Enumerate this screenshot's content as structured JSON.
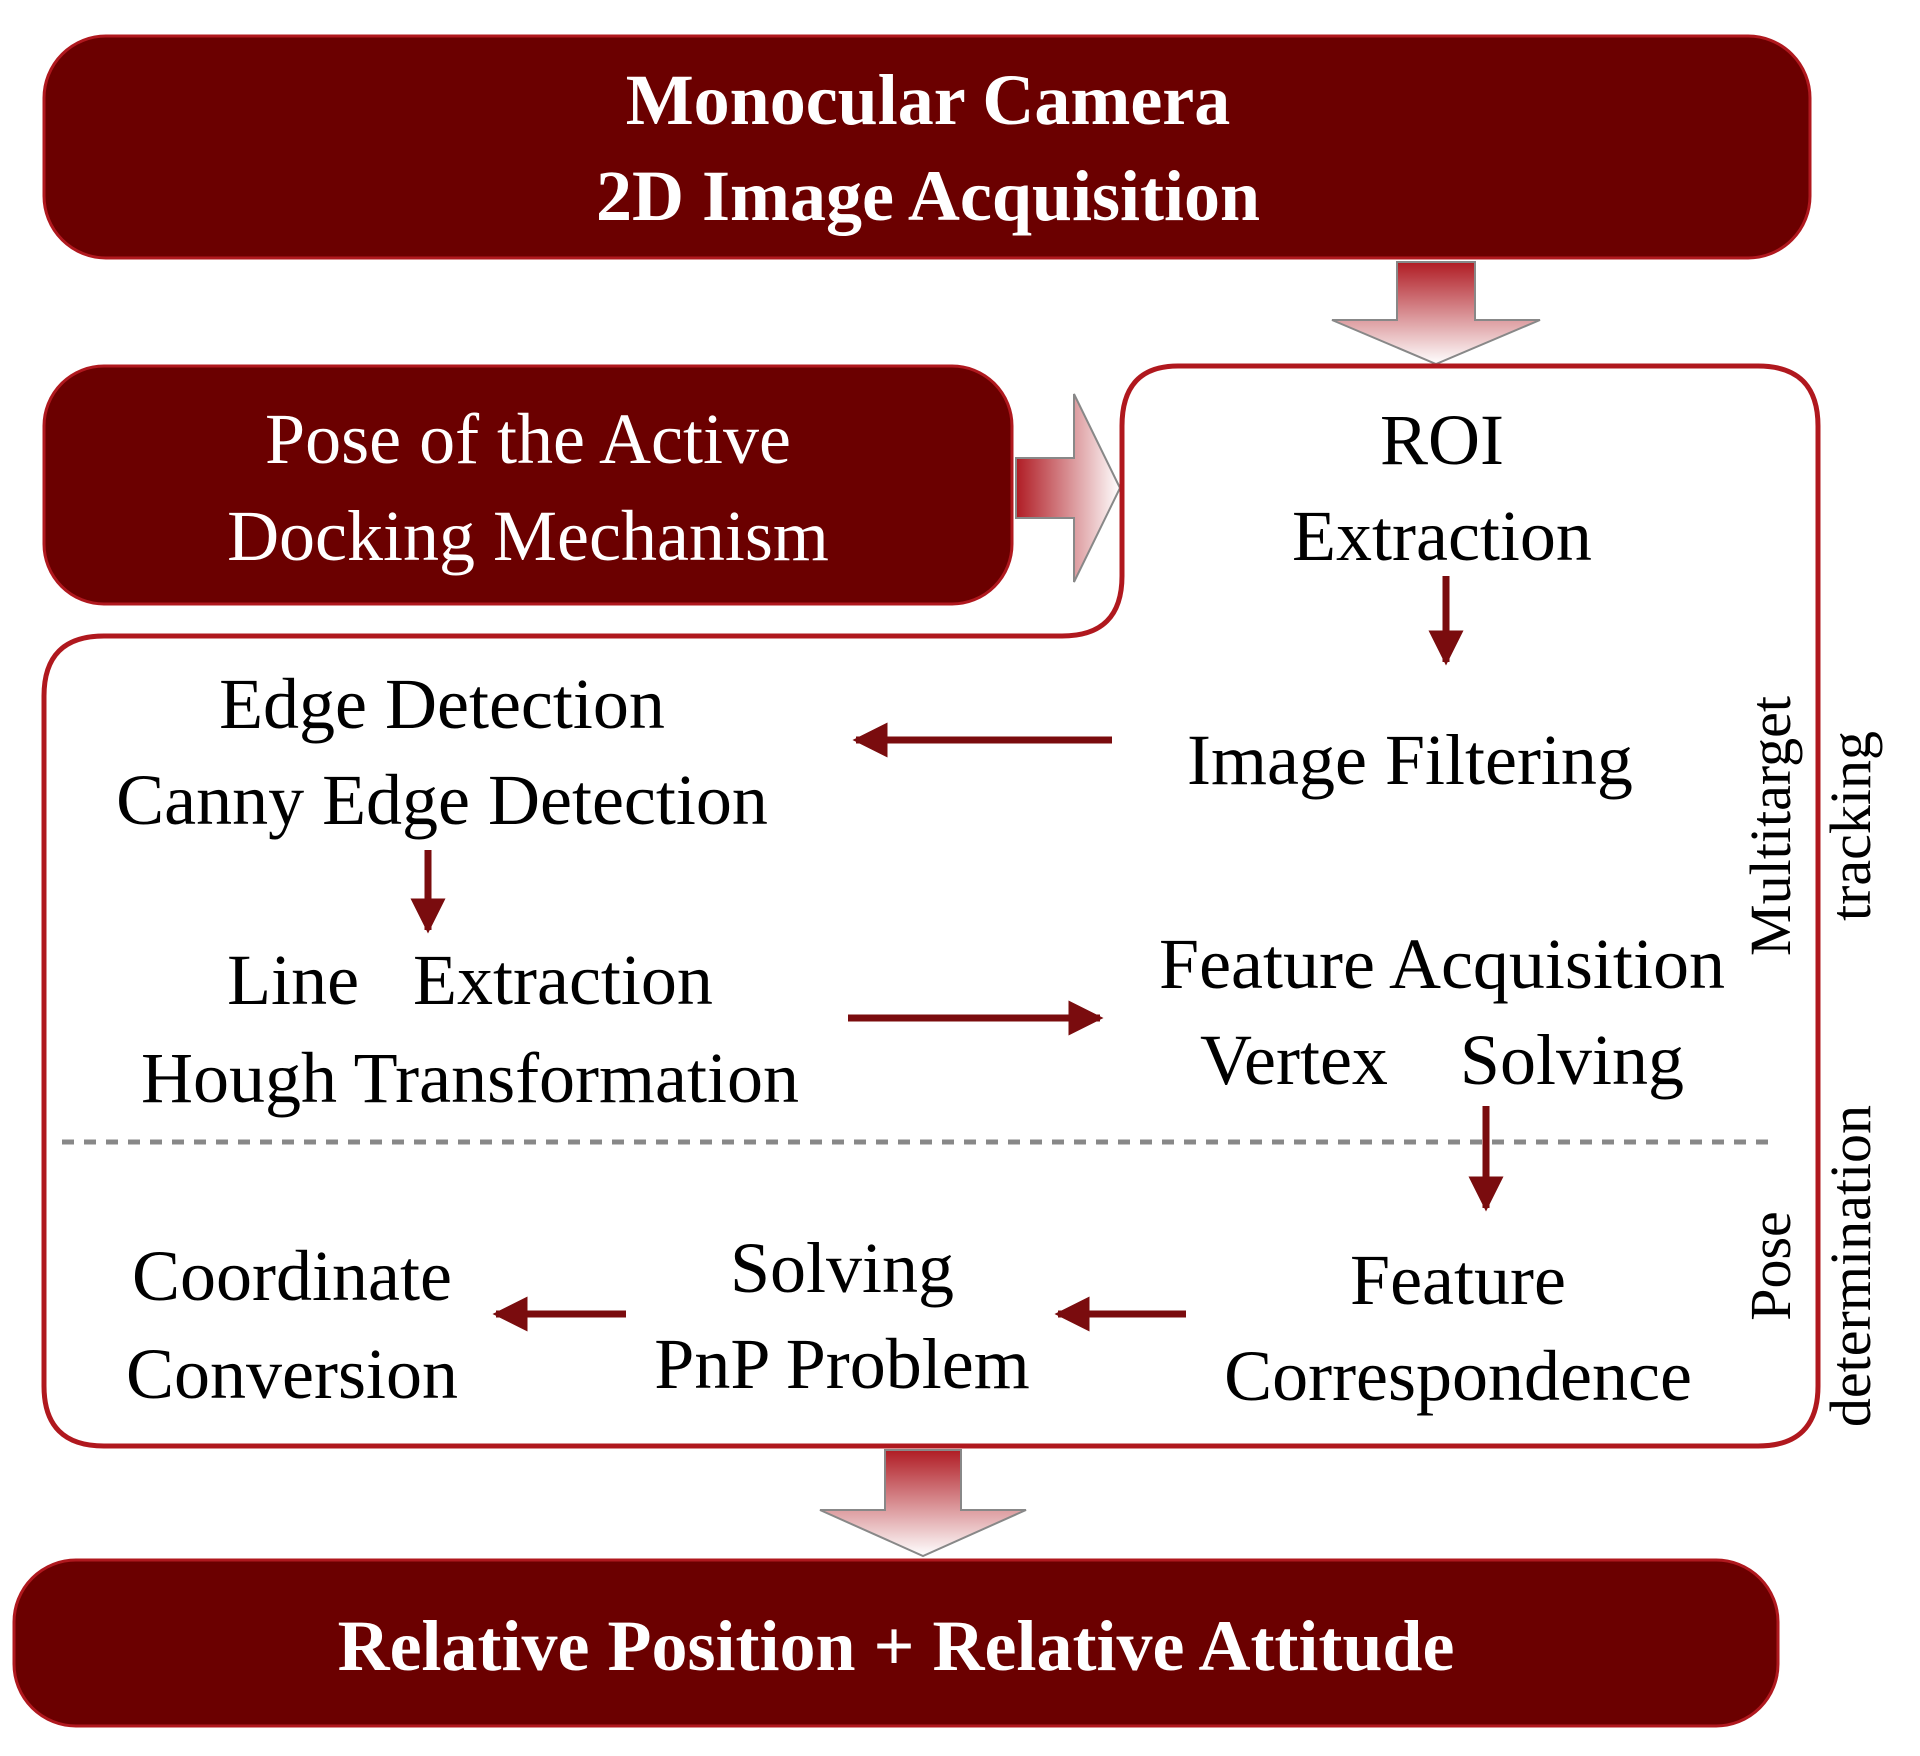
{
  "colors": {
    "box_fill": "#6b0000",
    "border": "#b0181e",
    "arrow": "#7a0c0e",
    "dashed": "#888888"
  },
  "nodes": {
    "camera": {
      "line1": "Monocular Camera",
      "line2": "2D Image Acquisition"
    },
    "pose_mechanism": {
      "line1": "Pose of the Active",
      "line2": "Docking Mechanism"
    },
    "roi": {
      "line1": "ROI",
      "line2": "Extraction"
    },
    "image_filtering": {
      "line1": "Image Filtering"
    },
    "edge_detection": {
      "line1": "Edge Detection",
      "line2": "Canny Edge Detection"
    },
    "line_extraction": {
      "line1": "Line   Extraction",
      "line2": "Hough Transformation"
    },
    "feature_acquisition": {
      "line1": "Feature Acquisition",
      "line2": "Vertex    Solving"
    },
    "feature_correspondence": {
      "line1": "Feature",
      "line2": "Correspondence"
    },
    "pnp": {
      "line1": "Solving",
      "line2": "PnP Problem"
    },
    "coordinate": {
      "line1": "Coordinate",
      "line2": "Conversion"
    },
    "result": {
      "line1": "Relative Position + Relative Attitude"
    }
  },
  "side_labels": {
    "multitarget": {
      "line1": "Multitarget",
      "line2": "tracking"
    },
    "pose": {
      "line1": "Pose",
      "line2": "determination"
    }
  }
}
